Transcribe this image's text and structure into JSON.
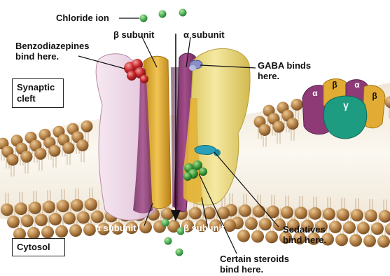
{
  "labels": {
    "chloride_ion": "Chloride ion",
    "beta_subunit_top": "β subunit",
    "alpha_subunit_top": "α subunit",
    "benzodiazepines": [
      "Benzodiazepines",
      "bind here."
    ],
    "gaba": [
      "GABA binds",
      "here."
    ],
    "synaptic_cleft": [
      "Synaptic",
      "cleft"
    ],
    "cytosol": "Cytosol",
    "alpha_subunit_bottom": "α subunit",
    "beta_subunit_bottom": "β subunit",
    "sedatives": [
      "Sedatives",
      "bind here."
    ],
    "steroids": [
      "Certain steroids",
      "bind here."
    ]
  },
  "small_receptor": {
    "subunits": [
      "α",
      "β",
      "α",
      "β",
      "γ"
    ]
  },
  "colors": {
    "alpha_pink": "#e7cde0",
    "beta_gold": "#e2ac34",
    "beta_dark_gold": "#c38d1a",
    "purple": "#8d3a76",
    "yellow": "#efe08a",
    "teal": "#1e9c82",
    "chloride_green": "#4fb35a",
    "benzo_red": "#c8282c",
    "gaba_blue": "#8a8fc9",
    "sedative_cyan": "#2aa0b8",
    "steroid_green": "#3e9a3c",
    "lipid_head": "#b98549",
    "membrane_tail": "#f5efe4"
  }
}
